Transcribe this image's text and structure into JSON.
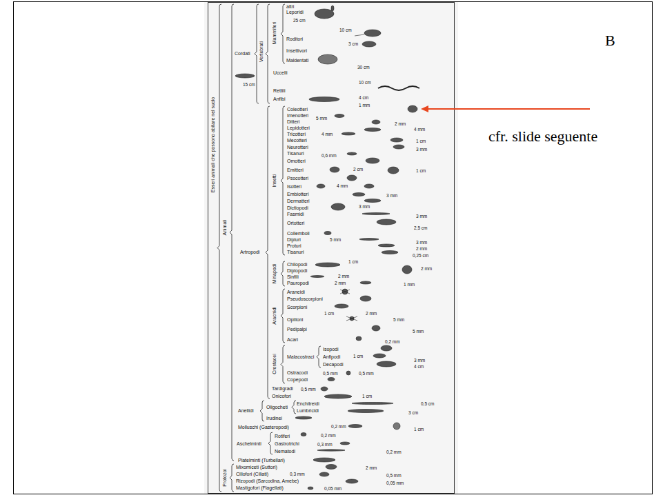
{
  "diagram": {
    "labels": [
      "B",
      "cfr. slide seguente",
      "Esseri animali che possono abitare nel suolo",
      "Animali",
      "Cordati",
      "Vertebrati",
      "Mammiferi",
      "altri Leporidi",
      "25 cm",
      "10 cm",
      "Roditori",
      "3 cm",
      "Insettivori",
      "Maldentati",
      "30 cm",
      "Uccelli",
      "15 cm",
      "10 cm",
      "Rettili",
      "Anfibi",
      "4 cm",
      "Insetti",
      "Coleotteri",
      "1 mm",
      "Imenotteri",
      "5 mm",
      "Ditteri",
      "2 mm",
      "Lepidotteri",
      "Tricotteri",
      "4 mm",
      "4 mm",
      "Mecotteri",
      "1 cm",
      "Neurotteri",
      "3 mm",
      "Tisanuri",
      "0,6 mm",
      "Omotteri",
      "Emitteri",
      "2 cm",
      "1 cm",
      "Psocotteri",
      "Isotteri",
      "4 mm",
      "Embiotteri",
      "3 mm",
      "Dermatteri",
      "Dictiopodi",
      "3 mm",
      "Fasmidi",
      "3 mm",
      "Ortotteri",
      "2,5 cm",
      "Collemboli",
      "Dipluri",
      "5 mm",
      "3 mm",
      "Proturi",
      "2 mm",
      "Tisanuri",
      "0,25 cm",
      "Miriapodi",
      "Chilopodi",
      "1 cm",
      "Diplopodi",
      "2 mm",
      "Sinfili",
      "2 mm",
      "Pauropodi",
      "2 mm",
      "1 mm",
      "Aracnidi",
      "Araneidi",
      "Pseudoscorpioni",
      "Scorpioni",
      "1 cm",
      "2 mm",
      "Opilioni",
      "5 mm",
      "Pedipalpi",
      "5 mm",
      "Acari",
      "0,2 mm",
      "Artropodi",
      "Crostacei",
      "Malacostraci",
      "Isopodi",
      "Anfipodi",
      "1 cm",
      "3 mm",
      "Decapodi",
      "4 cm",
      "Ostracodi",
      "0,5 mm",
      "0,5 mm",
      "Copepodi",
      "Tardigradi",
      "0,5 mm",
      "Onicofori",
      "1 cm",
      "Anellidi",
      "Oligocheti",
      "Enchitreidi",
      "0,5 cm",
      "Lumbricidi",
      "3 cm",
      "Irudinei",
      "Molluschi (Gasteropodi)",
      "0,2 mm",
      "1 cm",
      "Aschelminti",
      "Rotiferi",
      "0,2 mm",
      "Gastrotrichi",
      "0,3 mm",
      "Nematodi",
      "0,2 mm",
      "Platelminti (Turbellari)",
      "Protozoi",
      "Mixomiceti (Suttori)",
      "2 mm",
      "Ciliofori (Ciliati)",
      "0,3 mm",
      "0,5 mm",
      "Rizopodi (Sarcodina, Amebe)",
      "0,05 mm",
      "Mastigofori (Flagellati)",
      "0,05 mm"
    ]
  }
}
